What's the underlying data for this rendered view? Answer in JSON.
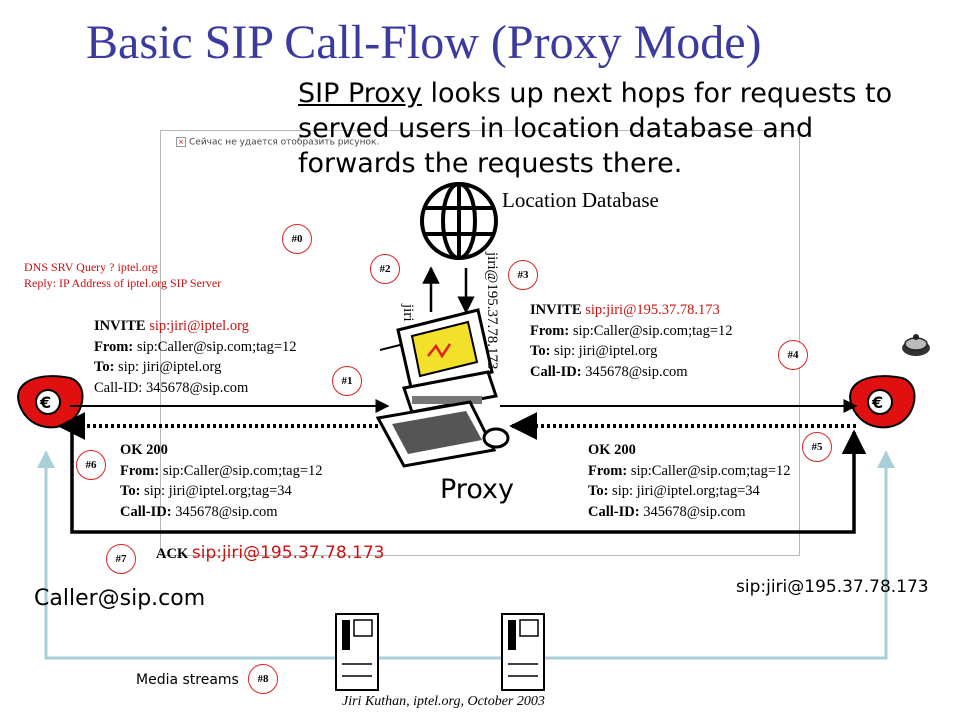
{
  "title": "Basic SIP Call-Flow (Proxy Mode)",
  "subtitle": {
    "underlined": "SIP Proxy",
    "rest": " looks up next hops for requests to served users in location database and forwards the requests there."
  },
  "blocked_image_notice": "Сейчас не удается отобразить рисунок.",
  "location_database": "Location Database",
  "dns": {
    "query": "DNS SRV Query ? iptel.org",
    "reply": "Reply: IP Address of iptel.org SIP Server"
  },
  "invite1": {
    "method": "INVITE",
    "uri": "sip:jiri@iptel.org",
    "from_label": "From:",
    "from": "sip:Caller@sip.com;tag=12",
    "to_label": "To:",
    "to": "sip: jiri@iptel.org",
    "callid": "Call-ID: 345678@sip.com"
  },
  "invite2": {
    "method": "INVITE",
    "uri": "sip:jiri@195.37.78.173",
    "from_label": "From:",
    "from": "sip:Caller@sip.com;tag=12",
    "to_label": "To:",
    "to": "sip: jiri@iptel.org",
    "callid_label": "Call-ID:",
    "callid": "345678@sip.com"
  },
  "ok_left": {
    "status": "OK 200",
    "from_label": "From:",
    "from": "sip:Caller@sip.com;tag=12",
    "to_label": "To:",
    "to": "sip: jiri@iptel.org;tag=34",
    "callid_label": "Call-ID:",
    "callid": "345678@sip.com"
  },
  "ok_right": {
    "status": "OK 200",
    "from_label": "From:",
    "from": "sip:Caller@sip.com;tag=12",
    "to_label": "To:",
    "to": "sip: jiri@iptel.org;tag=34",
    "callid_label": "Call-ID:",
    "callid": "345678@sip.com"
  },
  "lookup_query": "jiri",
  "lookup_reply": "jiri@195.37.78.173",
  "proxy_label": "Proxy",
  "ack": {
    "method": "ACK",
    "uri": "sip:jiri@195.37.78.173"
  },
  "caller": "Caller@sip.com",
  "callee": "sip:jiri@195.37.78.173",
  "media_streams": "Media streams",
  "footer": "Jiri Kuthan, iptel.org, October 2003",
  "steps": [
    "#0",
    "#1",
    "#2",
    "#3",
    "#4",
    "#5",
    "#6",
    "#7",
    "#8"
  ],
  "colors": {
    "title": "#3b3b9f",
    "accent_red": "#cc1111",
    "media_line": "#a8d0d8",
    "phone_red": "#e01010"
  }
}
